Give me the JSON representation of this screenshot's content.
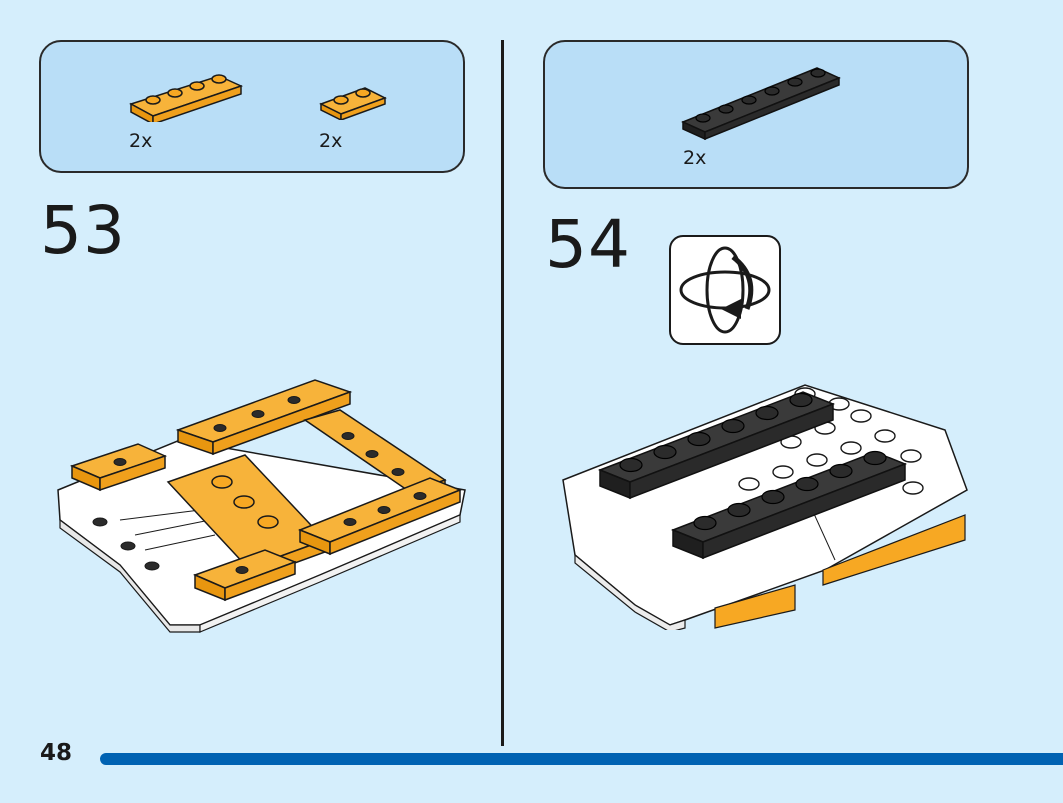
{
  "page": {
    "number": "48",
    "accent_color": "#0062b2",
    "background_color": "#d5eefc",
    "parts_box_color": "#b9def7"
  },
  "steps": [
    {
      "number": "53",
      "parts": [
        {
          "name": "orange 1x4 plate",
          "color": "#f7a823",
          "qty": "2x"
        },
        {
          "name": "orange 1x2 plate",
          "color": "#f7a823",
          "qty": "2x"
        }
      ]
    },
    {
      "number": "54",
      "parts": [
        {
          "name": "black 1x6 plate",
          "color": "#2b2b2b",
          "qty": "2x"
        }
      ],
      "callout": "rotate-model-icon"
    }
  ]
}
